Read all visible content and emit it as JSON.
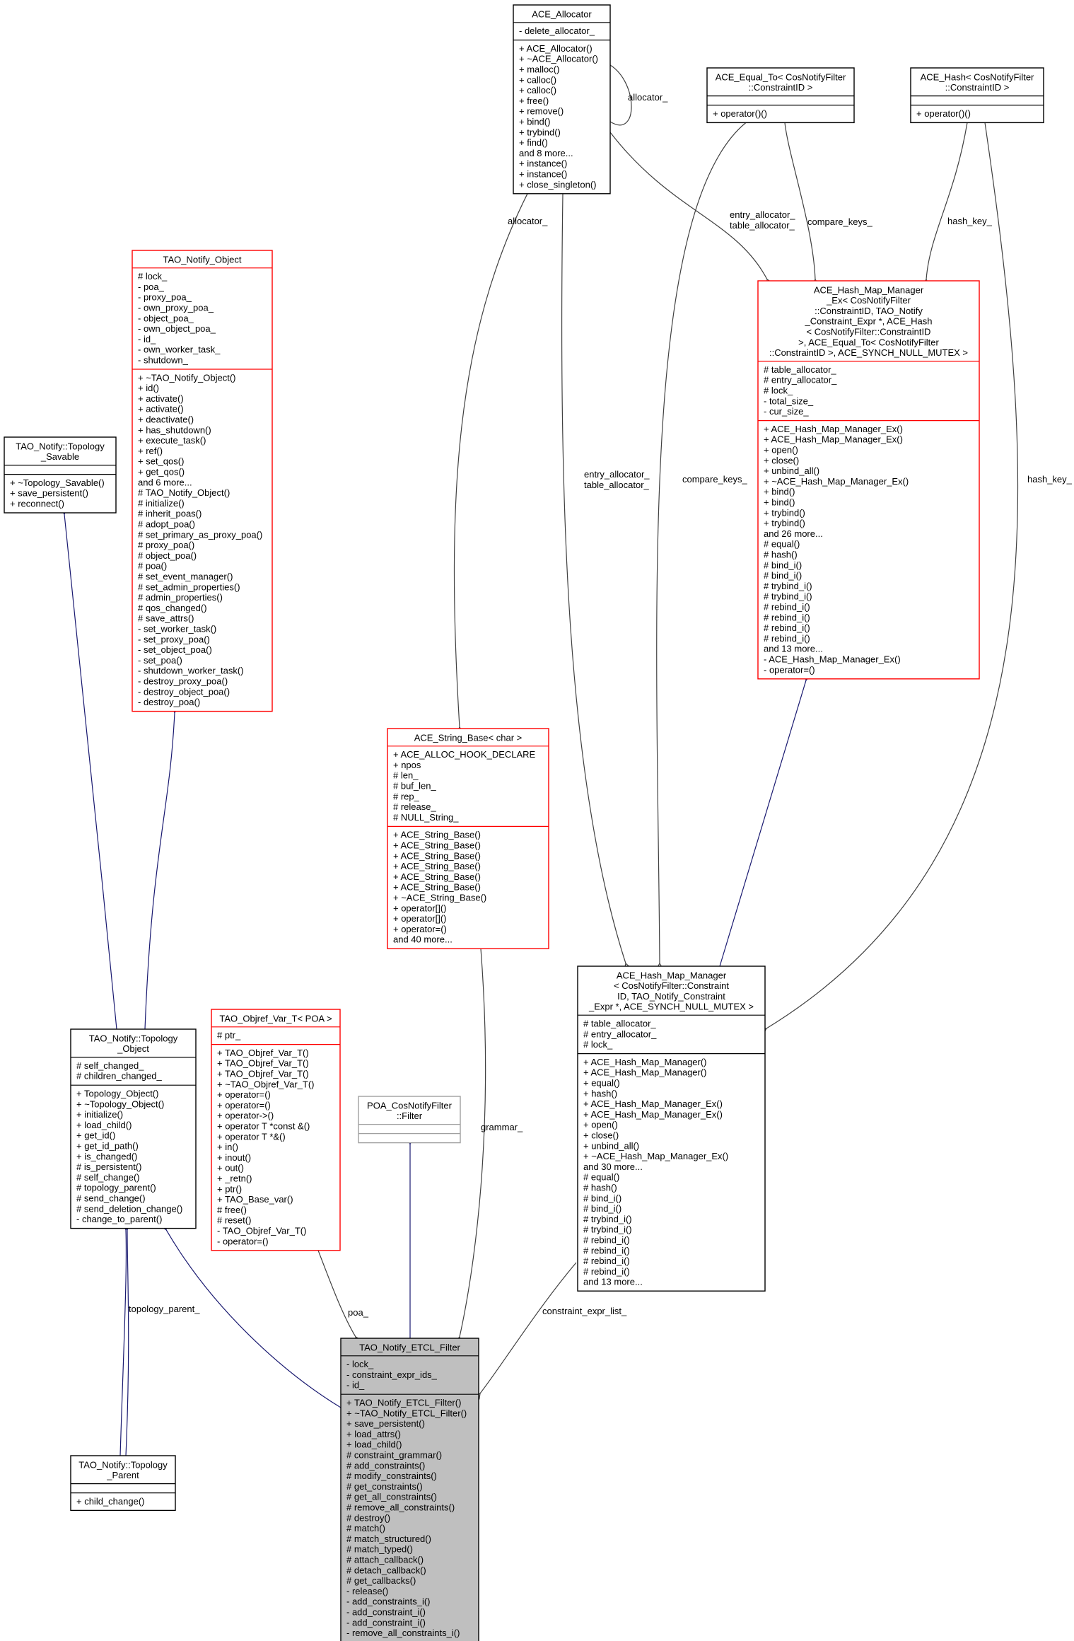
{
  "colors": {
    "black_border": "#000000",
    "red_border": "#ff0000",
    "gray_border": "#a0a0a0",
    "gray_text": "#808080",
    "selected_fill": "#bfbfbf",
    "inherit_edge": "#191970",
    "usage_edge": "#404040"
  },
  "classes": [
    {
      "id": "ace_allocator",
      "border": "black",
      "title": [
        "ACE_Allocator"
      ],
      "sections": [
        [
          "- delete_allocator_"
        ],
        [
          "+ ACE_Allocator()",
          "+ ~ACE_Allocator()",
          "+ malloc()",
          "+ calloc()",
          "+ calloc()",
          "+ free()",
          "+ remove()",
          "+ bind()",
          "+ trybind()",
          "+ find()",
          "and 8 more...",
          "+ instance()",
          "+ instance()",
          "+ close_singleton()"
        ]
      ]
    },
    {
      "id": "ace_equal_to",
      "border": "black",
      "title": [
        "ACE_Equal_To< CosNotifyFilter",
        "::ConstraintID >"
      ],
      "sections": [
        [],
        [
          "+ operator()()"
        ]
      ]
    },
    {
      "id": "ace_hash",
      "border": "black",
      "title": [
        "ACE_Hash< CosNotifyFilter",
        "::ConstraintID >"
      ],
      "sections": [
        [],
        [
          "+ operator()()"
        ]
      ]
    },
    {
      "id": "tao_notify_object",
      "border": "red",
      "title": [
        "TAO_Notify_Object"
      ],
      "sections": [
        [
          "# lock_",
          "- poa_",
          "- proxy_poa_",
          "- own_proxy_poa_",
          "- object_poa_",
          "- own_object_poa_",
          "- id_",
          "- own_worker_task_",
          "- shutdown_"
        ],
        [
          "+ ~TAO_Notify_Object()",
          "+ id()",
          "+ activate()",
          "+ activate()",
          "+ deactivate()",
          "+ has_shutdown()",
          "+ execute_task()",
          "+ ref()",
          "+ set_qos()",
          "+ get_qos()",
          "and 6 more...",
          "# TAO_Notify_Object()",
          "# initialize()",
          "# inherit_poas()",
          "# adopt_poa()",
          "# set_primary_as_proxy_poa()",
          "# proxy_poa()",
          "# object_poa()",
          "# poa()",
          "# set_event_manager()",
          "# set_admin_properties()",
          "# admin_properties()",
          "# qos_changed()",
          "# save_attrs()",
          "- set_worker_task()",
          "- set_proxy_poa()",
          "- set_object_poa()",
          "- set_poa()",
          "- shutdown_worker_task()",
          "- destroy_proxy_poa()",
          "- destroy_object_poa()",
          "- destroy_poa()"
        ]
      ]
    },
    {
      "id": "hash_map_manager_ex",
      "border": "red",
      "title": [
        "ACE_Hash_Map_Manager",
        "_Ex< CosNotifyFilter",
        "::ConstraintID, TAO_Notify",
        "_Constraint_Expr *, ACE_Hash",
        "< CosNotifyFilter::ConstraintID",
        " >, ACE_Equal_To< CosNotifyFilter",
        "::ConstraintID >, ACE_SYNCH_NULL_MUTEX >"
      ],
      "sections": [
        [
          "# table_allocator_",
          "# entry_allocator_",
          "# lock_",
          "- total_size_",
          "- cur_size_"
        ],
        [
          "+ ACE_Hash_Map_Manager_Ex()",
          "+ ACE_Hash_Map_Manager_Ex()",
          "+ open()",
          "+ close()",
          "+ unbind_all()",
          "+ ~ACE_Hash_Map_Manager_Ex()",
          "+ bind()",
          "+ bind()",
          "+ trybind()",
          "+ trybind()",
          "and 26 more...",
          "# equal()",
          "# hash()",
          "# bind_i()",
          "# bind_i()",
          "# trybind_i()",
          "# trybind_i()",
          "# rebind_i()",
          "# rebind_i()",
          "# rebind_i()",
          "# rebind_i()",
          "and 13 more...",
          "- ACE_Hash_Map_Manager_Ex()",
          "- operator=()"
        ]
      ]
    },
    {
      "id": "topology_savable",
      "border": "black",
      "title": [
        "TAO_Notify::Topology",
        "_Savable"
      ],
      "sections": [
        [],
        [
          "+ ~Topology_Savable()",
          "+ save_persistent()",
          "+ reconnect()"
        ]
      ]
    },
    {
      "id": "ace_string_base",
      "border": "red",
      "title": [
        "ACE_String_Base< char >"
      ],
      "sections": [
        [
          "+ ACE_ALLOC_HOOK_DECLARE",
          "+ npos",
          "# len_",
          "# buf_len_",
          "# rep_",
          "# release_",
          "# NULL_String_"
        ],
        [
          "+ ACE_String_Base()",
          "+ ACE_String_Base()",
          "+ ACE_String_Base()",
          "+ ACE_String_Base()",
          "+ ACE_String_Base()",
          "+ ACE_String_Base()",
          "+ ~ACE_String_Base()",
          "+ operator[]()",
          "+ operator[]()",
          "+ operator=()",
          "and 40 more..."
        ]
      ]
    },
    {
      "id": "hash_map_manager",
      "border": "black",
      "title": [
        "ACE_Hash_Map_Manager",
        "< CosNotifyFilter::Constraint",
        "ID, TAO_Notify_Constraint",
        "_Expr *, ACE_SYNCH_NULL_MUTEX >"
      ],
      "sections": [
        [
          "# table_allocator_",
          "# entry_allocator_",
          "# lock_"
        ],
        [
          "+ ACE_Hash_Map_Manager()",
          "+ ACE_Hash_Map_Manager()",
          "+ equal()",
          "+ hash()",
          "+ ACE_Hash_Map_Manager_Ex()",
          "+ ACE_Hash_Map_Manager_Ex()",
          "+ open()",
          "+ close()",
          "+ unbind_all()",
          "+ ~ACE_Hash_Map_Manager_Ex()",
          "and 30 more...",
          "# equal()",
          "# hash()",
          "# bind_i()",
          "# bind_i()",
          "# trybind_i()",
          "# trybind_i()",
          "# rebind_i()",
          "# rebind_i()",
          "# rebind_i()",
          "# rebind_i()",
          "and 13 more..."
        ]
      ]
    },
    {
      "id": "topology_object",
      "border": "black",
      "title": [
        "TAO_Notify::Topology",
        "_Object"
      ],
      "sections": [
        [
          "# self_changed_",
          "# children_changed_"
        ],
        [
          "+ Topology_Object()",
          "+ ~Topology_Object()",
          "+ initialize()",
          "+ load_child()",
          "+ get_id()",
          "+ get_id_path()",
          "+ is_changed()",
          "# is_persistent()",
          "# self_change()",
          "# topology_parent()",
          "# send_change()",
          "# send_deletion_change()",
          "- change_to_parent()"
        ]
      ]
    },
    {
      "id": "tao_objref_var",
      "border": "red",
      "title": [
        "TAO_Objref_Var_T< POA >"
      ],
      "sections": [
        [
          "# ptr_"
        ],
        [
          "+ TAO_Objref_Var_T()",
          "+ TAO_Objref_Var_T()",
          "+ TAO_Objref_Var_T()",
          "+ ~TAO_Objref_Var_T()",
          "+ operator=()",
          "+ operator=()",
          "+ operator->()",
          "+ operator T *const &()",
          "+ operator T *&()",
          "+ in()",
          "+ inout()",
          "+ out()",
          "+ _retn()",
          "+ ptr()",
          "+ TAO_Base_var()",
          "# free()",
          "# reset()",
          "- TAO_Objref_Var_T()",
          "- operator=()"
        ]
      ]
    },
    {
      "id": "poa_filter",
      "border": "gray",
      "title": [
        "POA_CosNotifyFilter",
        "::Filter"
      ],
      "sections": [
        [],
        []
      ]
    },
    {
      "id": "topology_parent",
      "border": "black",
      "title": [
        "TAO_Notify::Topology",
        "_Parent"
      ],
      "sections": [
        [],
        [
          "+ child_change()"
        ]
      ]
    },
    {
      "id": "etcl_filter",
      "border": "black",
      "selected": true,
      "title": [
        "TAO_Notify_ETCL_Filter"
      ],
      "sections": [
        [
          "- lock_",
          "- constraint_expr_ids_",
          "- id_"
        ],
        [
          "+ TAO_Notify_ETCL_Filter()",
          "+ ~TAO_Notify_ETCL_Filter()",
          "+ save_persistent()",
          "+ load_attrs()",
          "+ load_child()",
          "# constraint_grammar()",
          "# add_constraints()",
          "# modify_constraints()",
          "# get_constraints()",
          "# get_all_constraints()",
          "# remove_all_constraints()",
          "# destroy()",
          "# match()",
          "# match_structured()",
          "# match_typed()",
          "# attach_callback()",
          "# detach_callback()",
          "# get_callbacks()",
          "- release()",
          "- add_constraints_i()",
          "- add_constraint_i()",
          "- add_constraint_i()",
          "- remove_all_constraints_i()"
        ]
      ]
    }
  ],
  "edge_labels": {
    "allocator_self": "allocator_",
    "allocator_string": "allocator_",
    "entry_table_ex": [
      "entry_allocator_",
      "table_allocator_"
    ],
    "compare_keys_ex": "compare_keys_",
    "hash_key_ex": "hash_key_",
    "entry_table_mgr": [
      "entry_allocator_",
      "table_allocator_"
    ],
    "compare_keys_mgr": "compare_keys_",
    "hash_key_mgr": "hash_key_",
    "grammar": "grammar_",
    "poa": "poa_",
    "topology_parent": "topology_parent_",
    "constraint_expr_list": "constraint_expr_list_"
  }
}
